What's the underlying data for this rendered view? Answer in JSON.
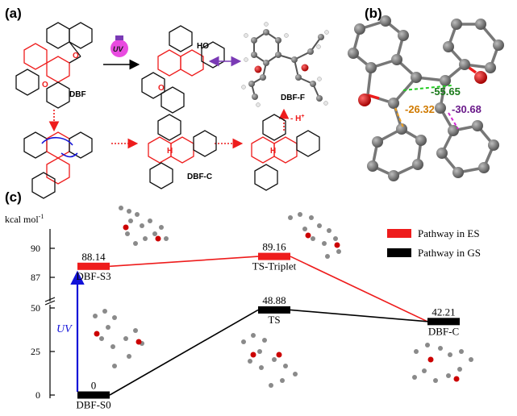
{
  "panels": {
    "a": "(a)",
    "b": "(b)",
    "c": "(c)"
  },
  "scheme": {
    "uv_bulb": "UV",
    "dbf_label": "DBF",
    "dbf_c_label": "DBF-C",
    "dbf_f_label": "DBF-F",
    "ho_label": "HO",
    "h_minus": "- H",
    "h_plus_sup": "+",
    "h_small": "H"
  },
  "crystal": {
    "angles": [
      "-55.65",
      "-26.32",
      "-30.68"
    ]
  },
  "energy": {
    "yaxis_unit": "kcal mol",
    "yaxis_unit_sup": "-1",
    "uv_label": "UV",
    "colors": {
      "es": "#ee1c1c",
      "gs": "#000000",
      "uv_arrow": "#1212d8"
    }
  },
  "legend": {
    "es": "Pathway in ES",
    "gs": "Pathway in GS"
  },
  "chart_data": {
    "type": "line",
    "ylabel": "kcal mol-1",
    "yticks": [
      "0",
      "25",
      "50",
      "87",
      "90"
    ],
    "axis_break": [
      50,
      87
    ],
    "series": [
      {
        "name": "Pathway in ES",
        "points": [
          {
            "label": "DBF-S3",
            "value": 88.14,
            "value_text": "88.14"
          },
          {
            "label": "TS-Triplet",
            "value": 89.16,
            "value_text": "89.16"
          },
          {
            "label": "DBF-C",
            "value": 42.21,
            "value_text": "42.21"
          }
        ]
      },
      {
        "name": "Pathway in GS",
        "points": [
          {
            "label": "DBF-S0",
            "value": 0,
            "value_text": "0"
          },
          {
            "label": "TS",
            "value": 48.88,
            "value_text": "48.88"
          },
          {
            "label": "DBF-C",
            "value": 42.21,
            "value_text": "42.21"
          }
        ]
      }
    ]
  }
}
